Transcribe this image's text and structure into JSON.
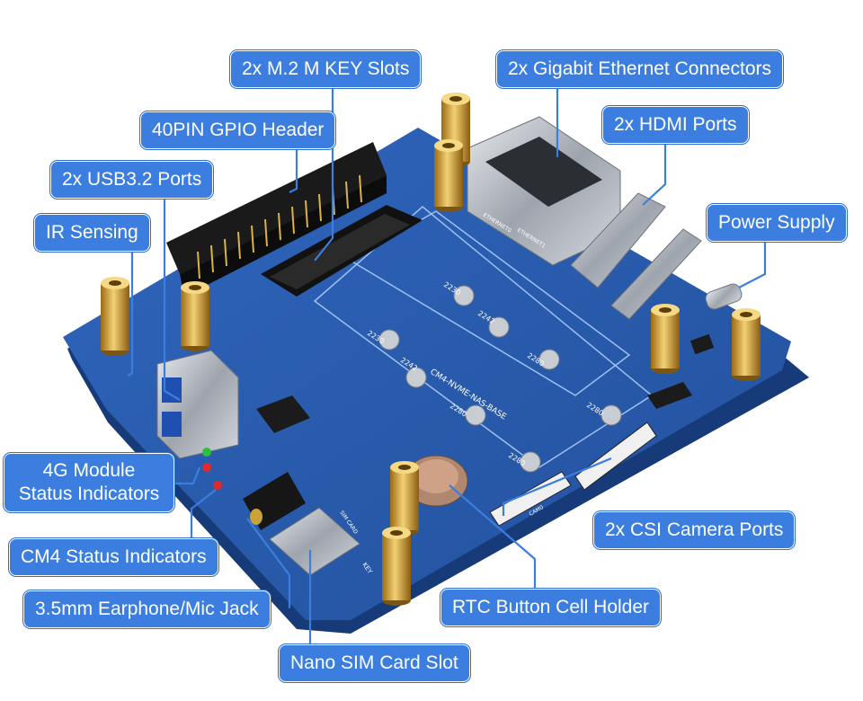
{
  "labels": {
    "m2_slots": "2x M.2 M KEY Slots",
    "gigabit_ethernet": "2x Gigabit Ethernet Connectors",
    "gpio_header": "40PIN GPIO Header",
    "hdmi_ports": "2x HDMI Ports",
    "usb_ports": "2x USB3.2 Ports",
    "power_supply": "Power Supply",
    "ir_sensing": "IR Sensing",
    "module_4g_status_line1": "4G Module",
    "module_4g_status_line2": "Status Indicators",
    "cm4_status": "CM4 Status Indicators",
    "csi_camera": "2x CSI Camera Ports",
    "earphone_jack": "3.5mm Earphone/Mic Jack",
    "rtc_holder": "RTC Button Cell Holder",
    "nano_sim": "Nano SIM Card Slot"
  },
  "board_silkscreen": {
    "board_name": "CM4-NVME-NAS-BASE",
    "slot_2230_a": "2230",
    "slot_2242_a": "2242",
    "slot_2280_a": "2280",
    "slot_2230_b": "2230",
    "slot_2242_b": "2242",
    "slot_2280_b": "2280",
    "slot_2280_c": "2280",
    "slot_2280_d": "2280",
    "eth0": "ETHERNET0",
    "eth1": "ETHERNET1",
    "sim_card": "SIM CARD",
    "key": "KEY",
    "cam": "CAM0"
  },
  "colors": {
    "callout_fill": "#3c7ee0",
    "callout_text": "#ffffff",
    "leader_line": "#3c7ee0",
    "pcb_blue": "#2a5aa8",
    "standoff_brass": "#d4a030"
  }
}
